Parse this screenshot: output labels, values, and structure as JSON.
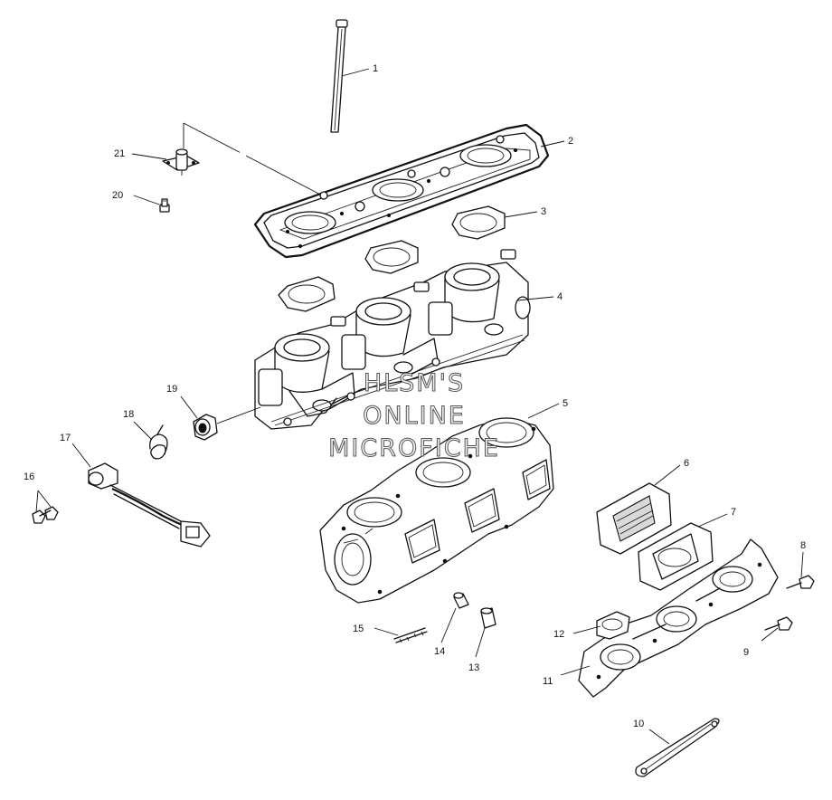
{
  "callouts": [
    {
      "id": "1",
      "label": "1"
    },
    {
      "id": "2",
      "label": "2"
    },
    {
      "id": "3",
      "label": "3"
    },
    {
      "id": "4",
      "label": "4"
    },
    {
      "id": "5",
      "label": "5"
    },
    {
      "id": "6",
      "label": "6"
    },
    {
      "id": "7",
      "label": "7"
    },
    {
      "id": "8",
      "label": "8"
    },
    {
      "id": "9",
      "label": "9"
    },
    {
      "id": "10",
      "label": "10"
    },
    {
      "id": "11",
      "label": "11"
    },
    {
      "id": "12",
      "label": "12"
    },
    {
      "id": "13",
      "label": "13"
    },
    {
      "id": "14",
      "label": "14"
    },
    {
      "id": "15",
      "label": "15"
    },
    {
      "id": "16",
      "label": "16"
    },
    {
      "id": "17",
      "label": "17"
    },
    {
      "id": "18",
      "label": "18"
    },
    {
      "id": "19",
      "label": "19"
    },
    {
      "id": "20",
      "label": "20"
    },
    {
      "id": "21",
      "label": "21"
    }
  ],
  "watermark": {
    "line1": "HLSM'S",
    "line2": "ONLINE",
    "line3": "MICROFICHE"
  }
}
